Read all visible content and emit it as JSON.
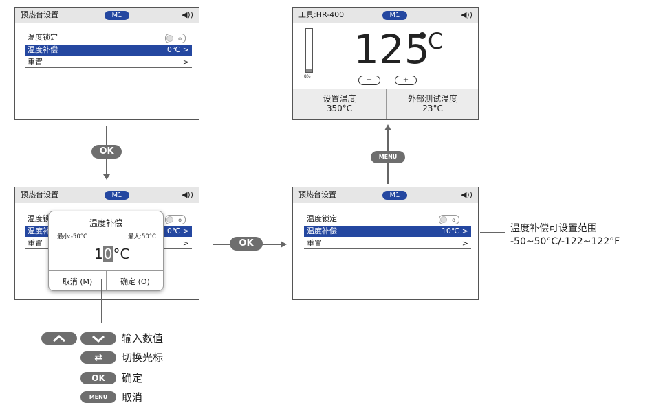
{
  "screens": {
    "top_left": {
      "title": "预热台设置",
      "badge": "M1",
      "speaker": "◀))",
      "rows": [
        {
          "label": "温度锁定",
          "value": ""
        },
        {
          "label": "温度补偿",
          "value": "0℃ >"
        },
        {
          "label": "重置",
          "value": ">"
        }
      ]
    },
    "top_right": {
      "title": "工具:HR-400",
      "badge": "M1",
      "speaker": "◀))",
      "temperature": "125",
      "unit": "°C",
      "bar_percent_label": "8%",
      "bar_percent": 8,
      "minus": "−",
      "plus": "+",
      "set_label": "设置温度",
      "set_value": "350°C",
      "ext_label": "外部测试温度",
      "ext_value": "23°C"
    },
    "bottom_left": {
      "title": "预热台设置",
      "badge": "M1",
      "speaker": "◀))",
      "rows": [
        {
          "label": "温度锁",
          "value": ""
        },
        {
          "label": "温度补",
          "value": "0℃ >"
        },
        {
          "label": "重置",
          "value": ">"
        }
      ],
      "dialog": {
        "title": "温度补偿",
        "min": "最小:-50°C",
        "max": "最大:50°C",
        "digit_1": "1",
        "digit_2": "0",
        "unit": "°C",
        "cancel": "取消 (M)",
        "confirm": "确定 (O)"
      }
    },
    "bottom_right": {
      "title": "预热台设置",
      "badge": "M1",
      "speaker": "◀))",
      "rows": [
        {
          "label": "温度锁定",
          "value": ""
        },
        {
          "label": "温度补偿",
          "value": "10℃ >"
        },
        {
          "label": "重置",
          "value": ">"
        }
      ]
    }
  },
  "buttons": {
    "ok_1": "OK",
    "ok_2": "OK",
    "menu": "MENU"
  },
  "note": {
    "line1": "温度补偿可设置范围",
    "line2": "-50~50°C/-122~122°F"
  },
  "legend": [
    {
      "key": "up-down",
      "label": "输入数值"
    },
    {
      "key": "switch",
      "label": "切换光标",
      "icon": "⇄"
    },
    {
      "key": "ok",
      "button": "OK",
      "label": "确定"
    },
    {
      "key": "menu",
      "button": "MENU",
      "label": "取消"
    }
  ],
  "colors": {
    "accent": "#2447a0",
    "button": "#6e6e6e",
    "header": "#e6e6e6"
  }
}
